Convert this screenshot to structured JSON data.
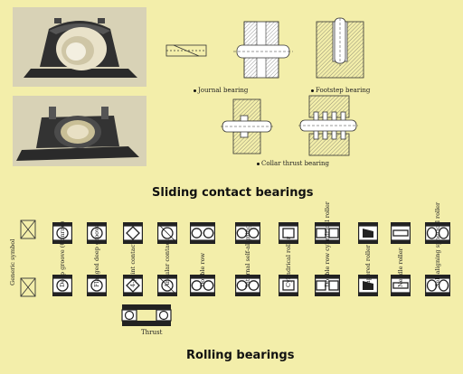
{
  "sliding": {
    "title": "Sliding contact bearings",
    "labels": {
      "journal": "Journal bearing",
      "footstep": "Footstep bearing",
      "collar": "Collar thrust bearing"
    }
  },
  "rolling": {
    "title": "Rolling bearings",
    "generic": "Generic symbol",
    "types": [
      "Deep groove (Conrad)",
      "Flanged deep groove",
      "4-point contact",
      "Angular contact",
      "Double row",
      "Internal self-aligning",
      "Cylindrical roller",
      "Double row cylindrical roller",
      "Tapered roller",
      "Needle roller",
      "Self-aligning spherical roller"
    ],
    "thrust": "Thrust"
  },
  "colors": {
    "background": "#f3eeaa",
    "ink": "#222222"
  }
}
